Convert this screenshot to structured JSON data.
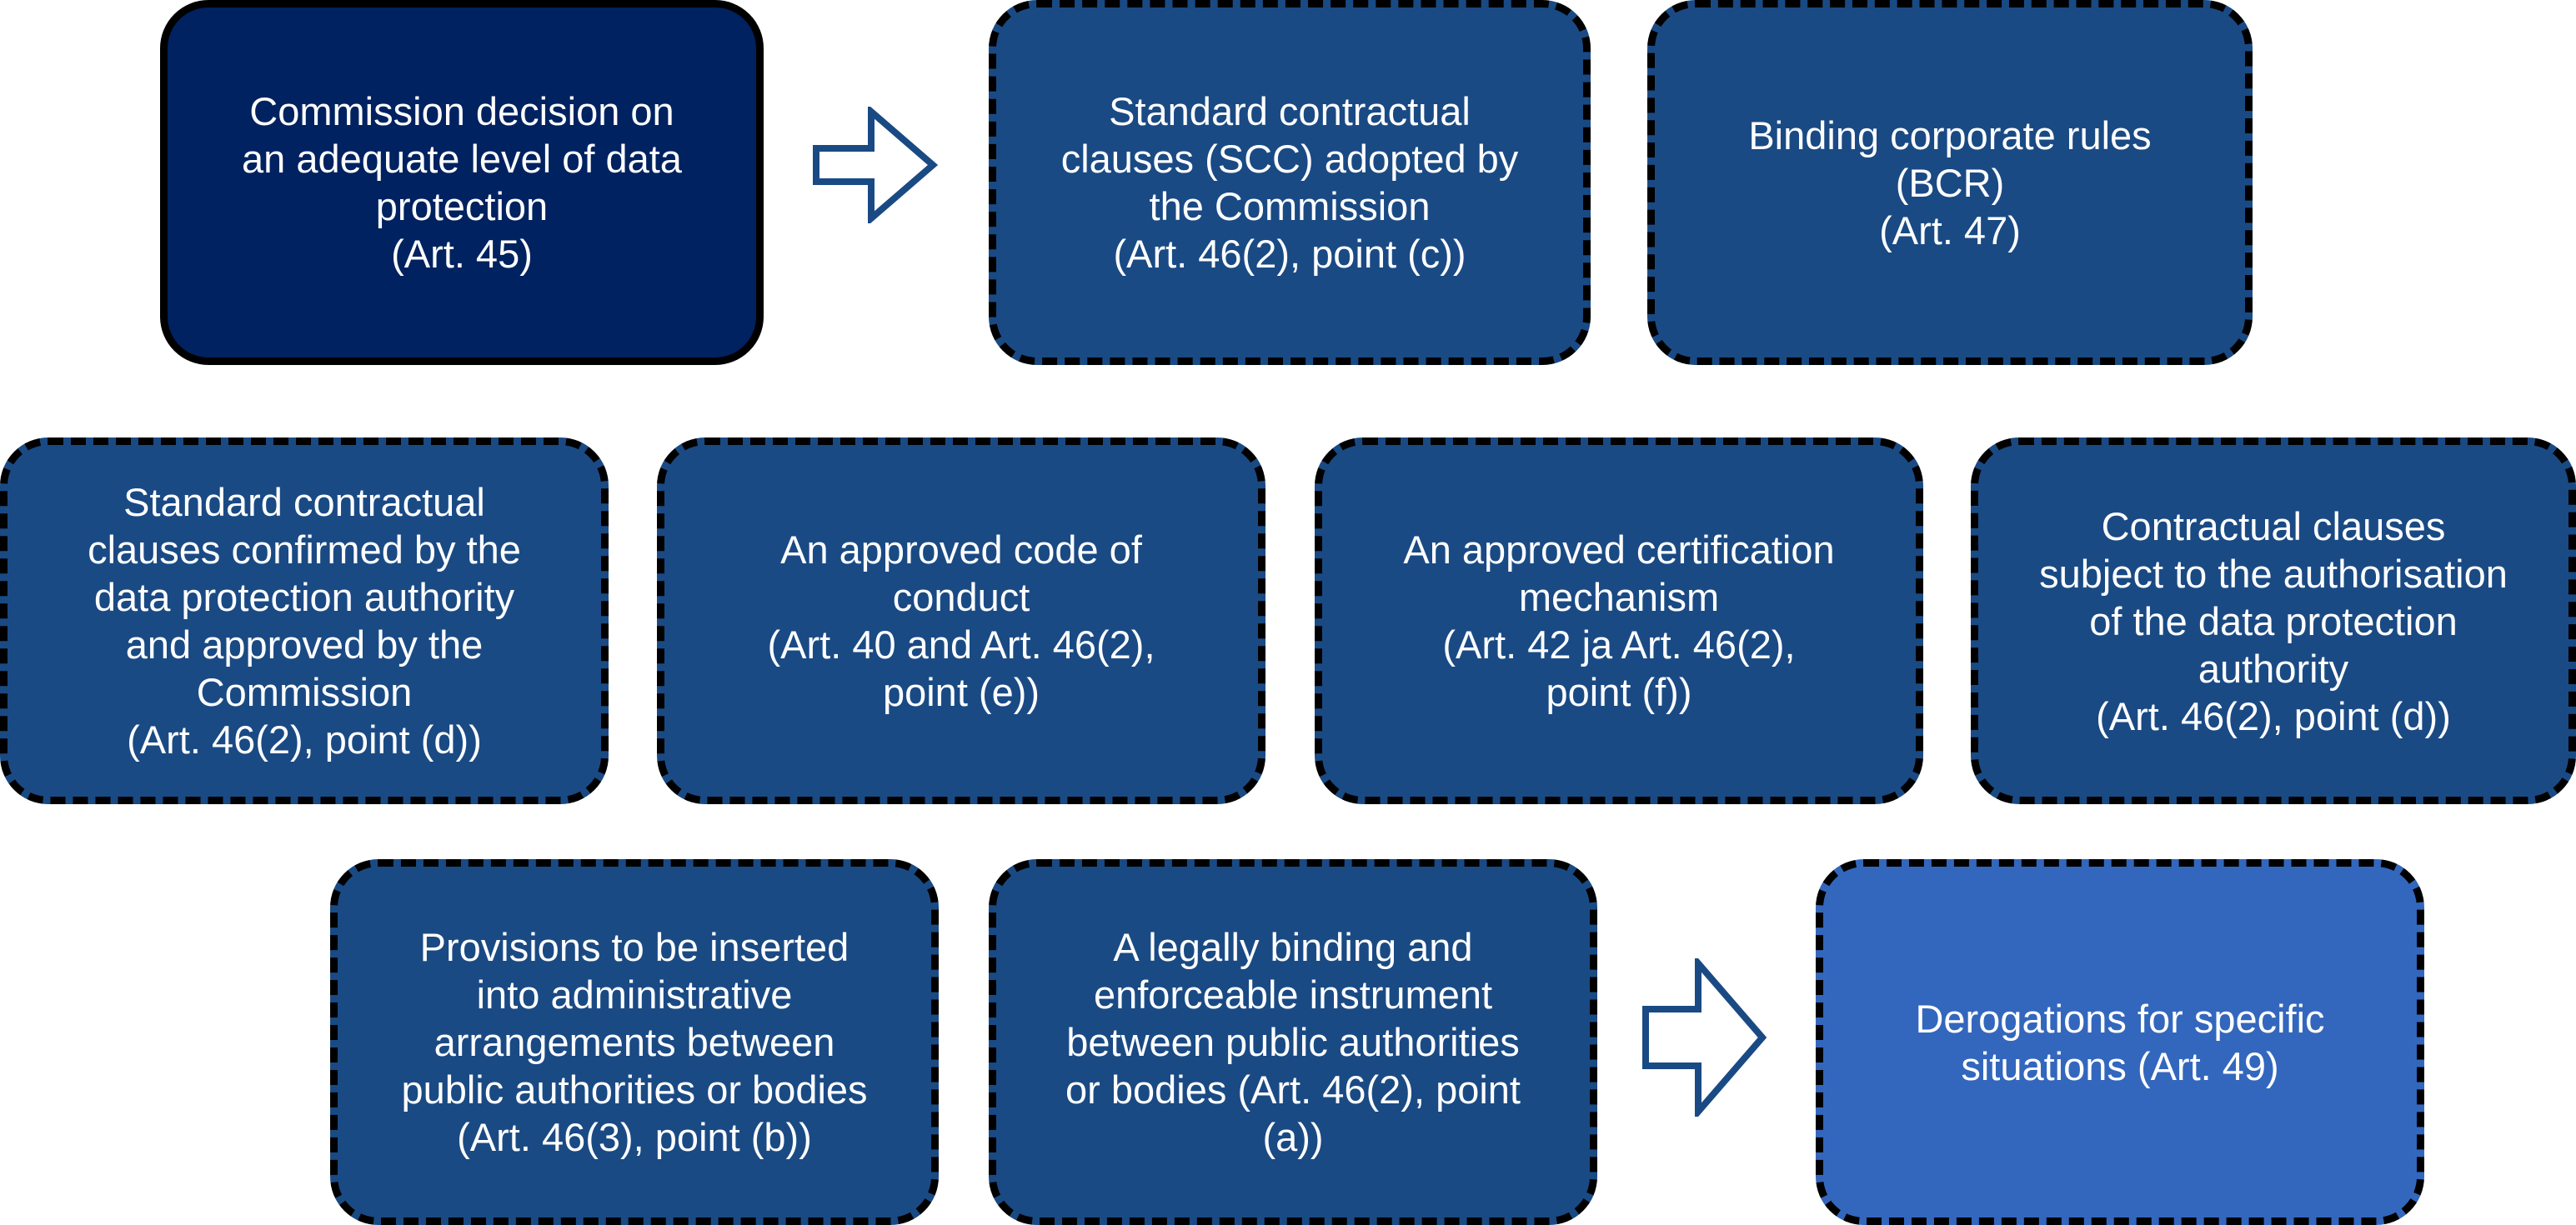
{
  "colors": {
    "primary_box": "#002260",
    "standard_box": "#1a4a84",
    "derogation_box": "#3367bd",
    "arrow_stroke": "#1a4a84",
    "border": "#000000",
    "text": "#ffffff"
  },
  "nodes": [
    {
      "id": "adequacy",
      "text": "Commission decision on\nan adequate level of data\nprotection\n(Art. 45)"
    },
    {
      "id": "scc",
      "text": "Standard contractual\nclauses (SCC) adopted by\nthe Commission\n(Art. 46(2), point (c))"
    },
    {
      "id": "bcr",
      "text": "Binding corporate rules\n(BCR)\n(Art. 47)"
    },
    {
      "id": "scc-dpa",
      "text": "Standard contractual\nclauses confirmed by the\ndata protection authority\nand approved by the\nCommission\n(Art. 46(2), point (d))"
    },
    {
      "id": "code-of-conduct",
      "text": "An approved code of\nconduct\n(Art. 40 and Art. 46(2),\npoint (e))"
    },
    {
      "id": "certification",
      "text": "An approved certification\nmechanism\n(Art. 42 ja Art. 46(2),\npoint (f))"
    },
    {
      "id": "contractual-clauses-authorised",
      "text": "Contractual clauses\nsubject to the authorisation\nof the data protection\nauthority\n(Art. 46(2), point (d))"
    },
    {
      "id": "administrative-arrangements",
      "text": "Provisions to be inserted\ninto administrative\narrangements between\npublic authorities or bodies\n(Art. 46(3), point (b))"
    },
    {
      "id": "legal-instrument",
      "text": "A legally binding and\nenforceable instrument\nbetween public authorities\nor bodies (Art. 46(2), point\n(a))"
    },
    {
      "id": "derogations",
      "text": "Derogations for specific\nsituations (Art. 49)"
    }
  ],
  "arrows": [
    {
      "from": "adequacy",
      "to": "scc",
      "icon": "block-right-arrow"
    },
    {
      "from": "legal-instrument",
      "to": "derogations",
      "icon": "block-right-arrow"
    }
  ]
}
